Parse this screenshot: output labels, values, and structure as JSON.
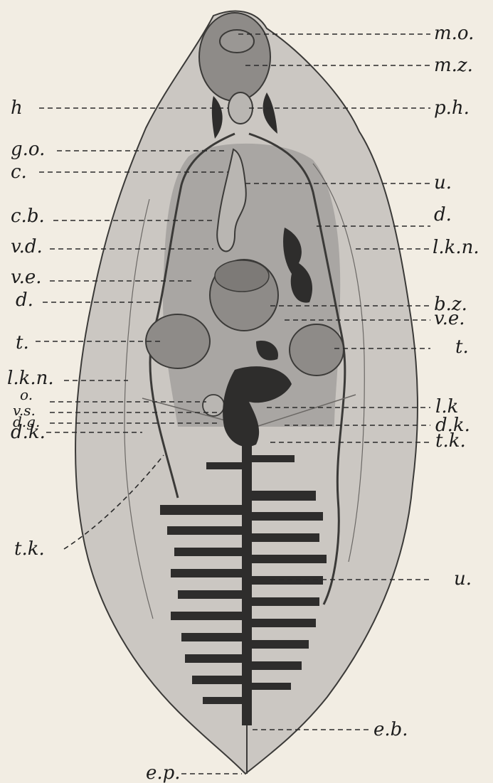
{
  "figure": {
    "labels_left": [
      {
        "id": "h",
        "text": "h"
      },
      {
        "id": "go",
        "text": "g.o."
      },
      {
        "id": "c",
        "text": "c."
      },
      {
        "id": "cb",
        "text": "c.b."
      },
      {
        "id": "vd",
        "text": "v.d."
      },
      {
        "id": "ve",
        "text": "v.e."
      },
      {
        "id": "d",
        "text": "d."
      },
      {
        "id": "t",
        "text": "t."
      },
      {
        "id": "lkn",
        "text": "l.k.n."
      },
      {
        "id": "o",
        "text": "o."
      },
      {
        "id": "vs",
        "text": "v.s."
      },
      {
        "id": "dg",
        "text": "d.g."
      },
      {
        "id": "dk",
        "text": "d.k."
      },
      {
        "id": "tk",
        "text": "t.k."
      }
    ],
    "labels_right": [
      {
        "id": "mo",
        "text": "m.o."
      },
      {
        "id": "mz",
        "text": "m.z."
      },
      {
        "id": "ph",
        "text": "p.h."
      },
      {
        "id": "u",
        "text": "u."
      },
      {
        "id": "d",
        "text": "d."
      },
      {
        "id": "lkn",
        "text": "l.k.n."
      },
      {
        "id": "bz",
        "text": "b.z."
      },
      {
        "id": "ve",
        "text": "v.e."
      },
      {
        "id": "t",
        "text": "t."
      },
      {
        "id": "lk",
        "text": "l.k"
      },
      {
        "id": "dk",
        "text": "d.k."
      },
      {
        "id": "tk",
        "text": "t.k."
      },
      {
        "id": "u2",
        "text": "u."
      }
    ],
    "labels_bottom": [
      {
        "id": "eb",
        "text": "e.b."
      },
      {
        "id": "ep",
        "text": "e.p."
      }
    ]
  },
  "colors": {
    "paper": "#f2ede3",
    "body_fill": "#cbc7c2",
    "inner_fill": "#a9a6a3",
    "organ_fill": "#8e8b88",
    "uterus_dark": "#2e2d2c",
    "outline": "#3b3a38"
  }
}
